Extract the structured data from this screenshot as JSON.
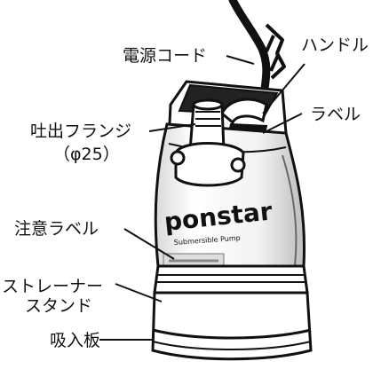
{
  "labels": {
    "power_cord": "電源コード",
    "handle": "ハンドル",
    "label": "ラベル",
    "discharge_flange": "吐出フランジ",
    "flange_size": "（φ25）",
    "caution_label": "注意ラベル",
    "strainer_stand_line1": "ストレーナー",
    "strainer_stand_line2": "スタンド",
    "suction_plate": "吸入板"
  },
  "product": {
    "brand_text": "ponstar",
    "sub_text": "Submersible Pump"
  }
}
